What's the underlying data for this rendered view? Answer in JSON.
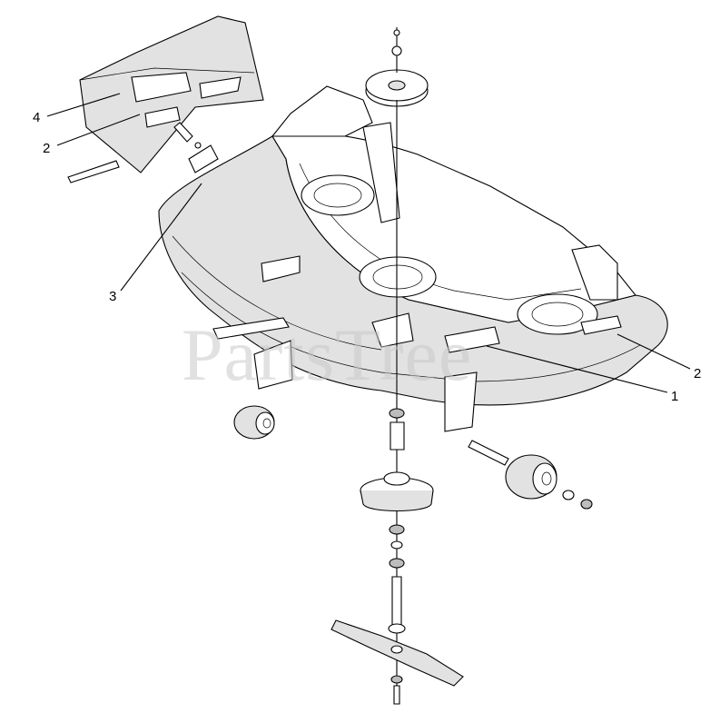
{
  "watermark": "PartsTree",
  "callouts": {
    "c1": "1",
    "c2_left": "2",
    "c2_right": "2",
    "c3": "3",
    "c4": "4"
  }
}
